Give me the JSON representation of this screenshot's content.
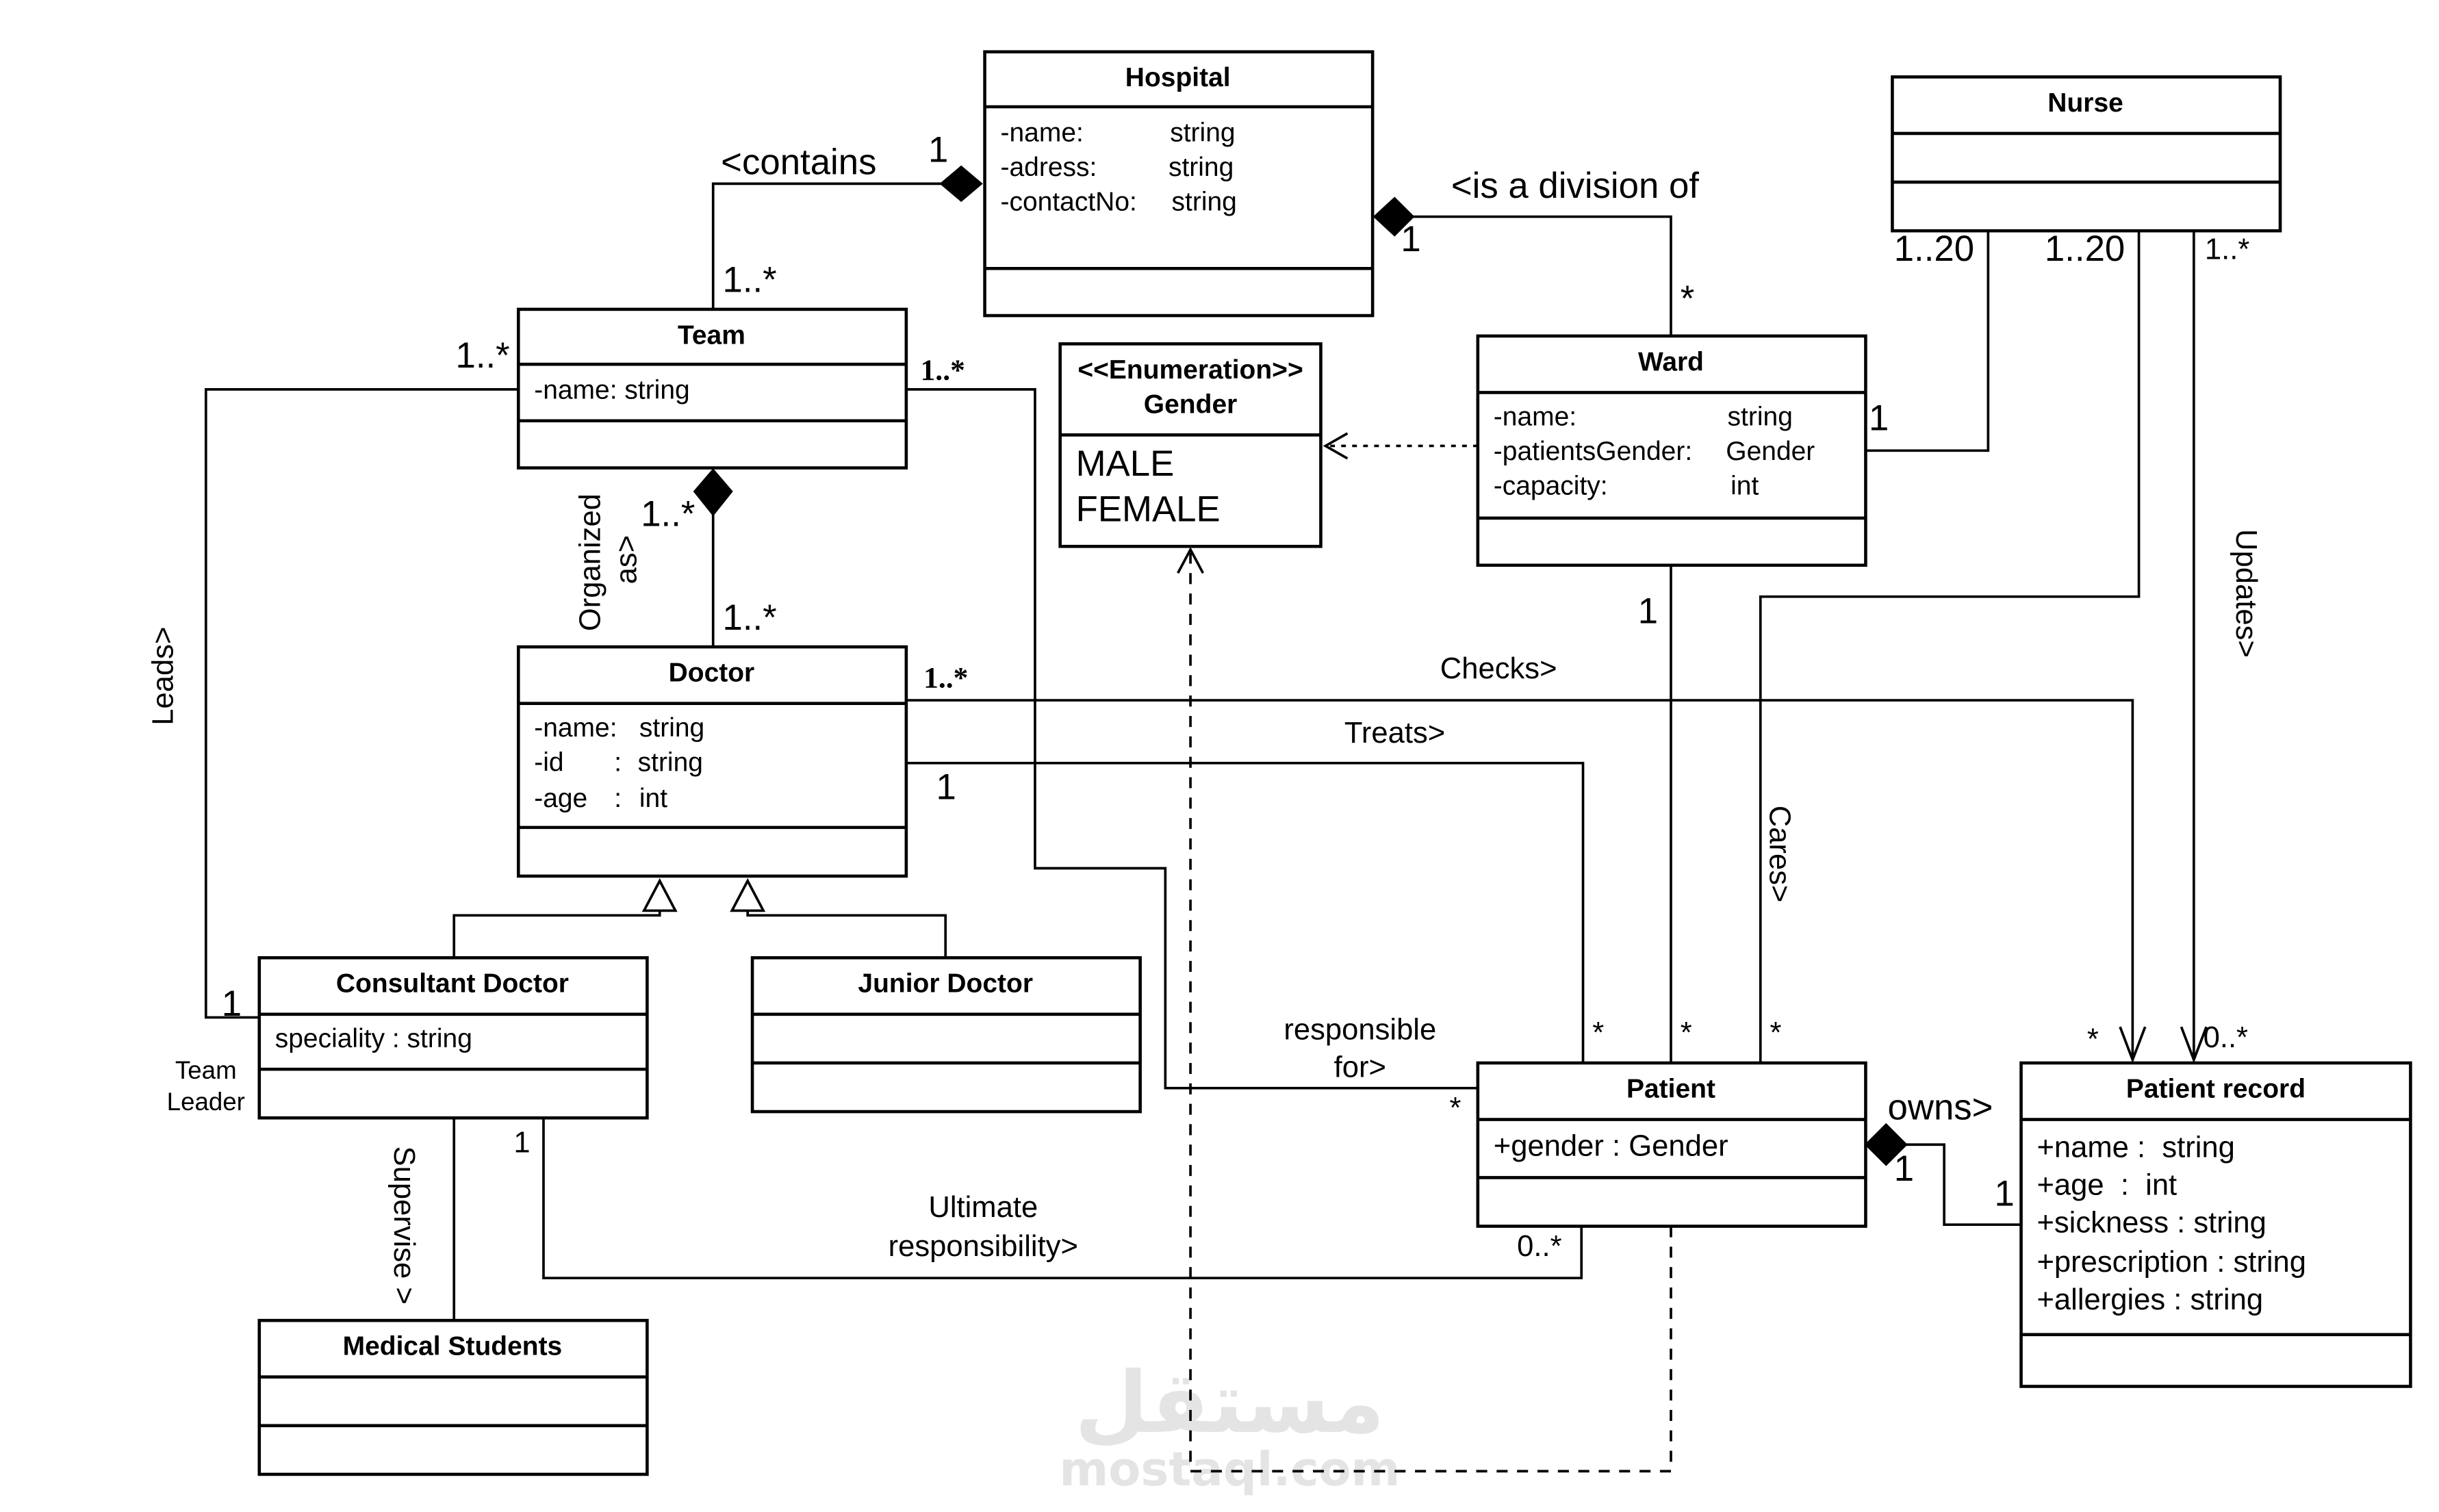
{
  "watermark": {
    "arabic": "مستقل",
    "latin": "mostaql.com",
    "color": "#e4e4e4"
  },
  "classes": {
    "hospital": {
      "name": "Hospital",
      "attributes": [
        {
          "name": "-name:",
          "type": "string"
        },
        {
          "name": "-adress:",
          "type": "string"
        },
        {
          "name": "-contactNo:",
          "type": "string"
        }
      ]
    },
    "team": {
      "name": "Team",
      "attributes": [
        {
          "text": "-name: string"
        }
      ]
    },
    "gender": {
      "stereotype": "<<Enumeration>>",
      "name": "Gender",
      "literals": [
        "MALE",
        "FEMALE"
      ]
    },
    "ward": {
      "name": "Ward",
      "attributes": [
        {
          "name": "-name:",
          "type": "string"
        },
        {
          "name": "-patientsGender:",
          "type": "Gender"
        },
        {
          "name": "-capacity:",
          "type": "int"
        }
      ]
    },
    "nurse": {
      "name": "Nurse"
    },
    "doctor": {
      "name": "Doctor",
      "attributes": [
        {
          "name": "-name:",
          "type": "string"
        },
        {
          "name": "-id",
          "sep": ":",
          "type": "string"
        },
        {
          "name": "-age",
          "sep": ":",
          "type": "int"
        }
      ]
    },
    "consultant": {
      "name": "Consultant Doctor",
      "attributes": [
        {
          "text": "speciality : string"
        }
      ]
    },
    "junior": {
      "name": "Junior Doctor"
    },
    "students": {
      "name": "Medical Students"
    },
    "patient": {
      "name": "Patient",
      "attributes": [
        {
          "text": "+gender : Gender"
        }
      ]
    },
    "record": {
      "name": "Patient record",
      "attributes": [
        {
          "text": "+name :  string"
        },
        {
          "text": "+age  :  int"
        },
        {
          "text": "+sickness : string"
        },
        {
          "text": "+prescription : string"
        },
        {
          "text": "+allergies : string"
        }
      ]
    }
  },
  "associations": {
    "contains": {
      "label": "<contains",
      "hospital_mult": "1",
      "team_mult": "1..*"
    },
    "division": {
      "label": "<is a division of",
      "hospital_mult": "1",
      "ward_mult": "*"
    },
    "organized": {
      "label_line1": "Organized",
      "label_line2": "as>",
      "team_mult": "1..*",
      "doctor_mult": "1..*"
    },
    "leads": {
      "label": "Leads>",
      "team_mult": "1..*",
      "consultant_mult": "1",
      "role_line1": "Team",
      "role_line2": "Leader"
    },
    "responsible": {
      "label_line1": "responsible",
      "label_line2": "for>",
      "team_mult": "1..*",
      "patient_mult": "*"
    },
    "checks": {
      "label": "Checks>",
      "doctor_mult": "1..*",
      "record_mult": "*"
    },
    "treats": {
      "label": "Treats>",
      "doctor_mult": "1",
      "patient_mult": "*"
    },
    "ward_patient": {
      "ward_mult": "1",
      "patient_mult": "*"
    },
    "nurse_ward": {
      "nurse_mult": "1..20",
      "ward_mult": "1"
    },
    "cares": {
      "label": "Cares>",
      "nurse_mult": "1..20",
      "patient_mult": "*"
    },
    "updates": {
      "label": "Updates>",
      "nurse_mult": "1..*",
      "record_mult": "0..*"
    },
    "supervise": {
      "label": "Supervise >"
    },
    "ultimate": {
      "label_line1": "Ultimate",
      "label_line2": "responsibility>",
      "consultant_mult": "1",
      "patient_mult": "0..*"
    },
    "owns": {
      "label": "owns>",
      "patient_mult": "1",
      "record_mult": "1"
    }
  }
}
